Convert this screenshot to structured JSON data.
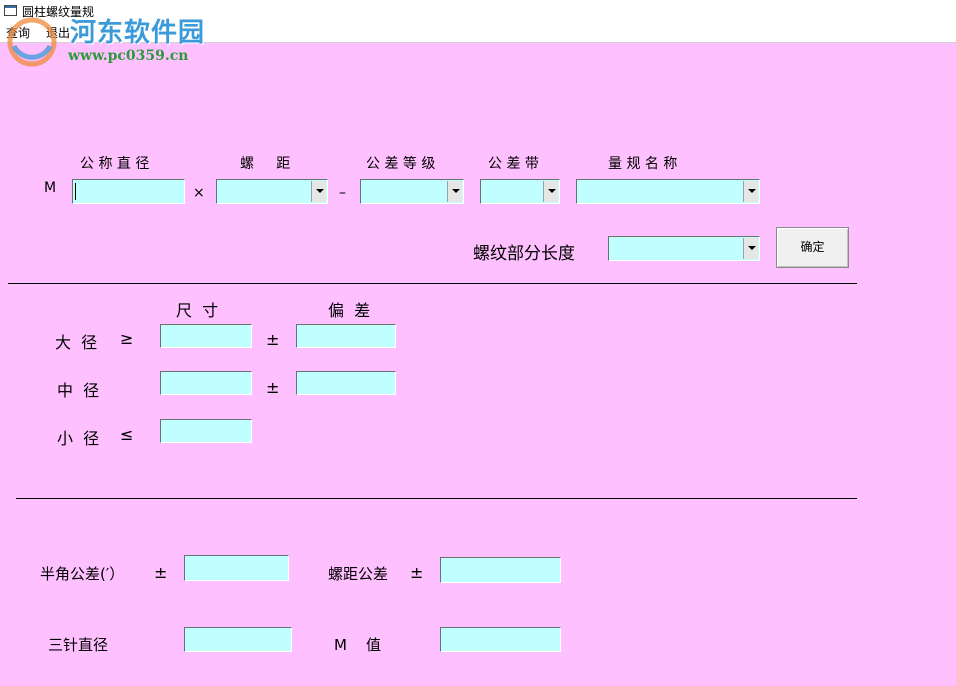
{
  "window": {
    "title": "圆柱螺纹量规"
  },
  "menu": [
    {
      "label": "查询"
    },
    {
      "label": "退出"
    }
  ],
  "watermark": {
    "site_name": "河东软件园",
    "url": "www.pc0359.cn"
  },
  "thread_spec": {
    "prefix": "M",
    "headers": {
      "nominal_diameter": "公 称 直 径",
      "pitch": "螺     距",
      "tolerance_grade": "公 差 等 级",
      "tolerance_zone": "公 差 带",
      "gauge_name": "量 规 名 称"
    },
    "times_sign": "×",
    "dash": "–",
    "nominal_diameter_value": "",
    "pitch_value": "",
    "tolerance_grade_value": "",
    "tolerance_zone_value": "",
    "gauge_name_value": ""
  },
  "thread_length": {
    "label": "螺纹部分长度",
    "value": ""
  },
  "confirm_button": {
    "label": "确定"
  },
  "dimensions": {
    "size_header": "尺  寸",
    "deviation_header": "偏  差",
    "major_label": "大  径",
    "major_sign": "≥",
    "pitch_label": "中  径",
    "minor_label": "小  径",
    "minor_sign": "≤",
    "plus_minus": "±",
    "major_size": "",
    "major_dev": "",
    "pitch_size": "",
    "pitch_dev": "",
    "minor_size": ""
  },
  "bottom": {
    "half_angle_label": "半角公差(′）",
    "pitch_tol_label": "螺距公差",
    "wire_diameter_label": "三针直径",
    "m_value_label": "M    值",
    "plus_minus": "±",
    "half_angle_value": "",
    "pitch_tol_value": "",
    "wire_diameter_value": "",
    "m_value": ""
  },
  "colors": {
    "form_background": "#ffc0ff",
    "field_background": "#c0ffff",
    "watermark_blue": "#3b9ad9",
    "watermark_green": "#2a9a3a"
  }
}
